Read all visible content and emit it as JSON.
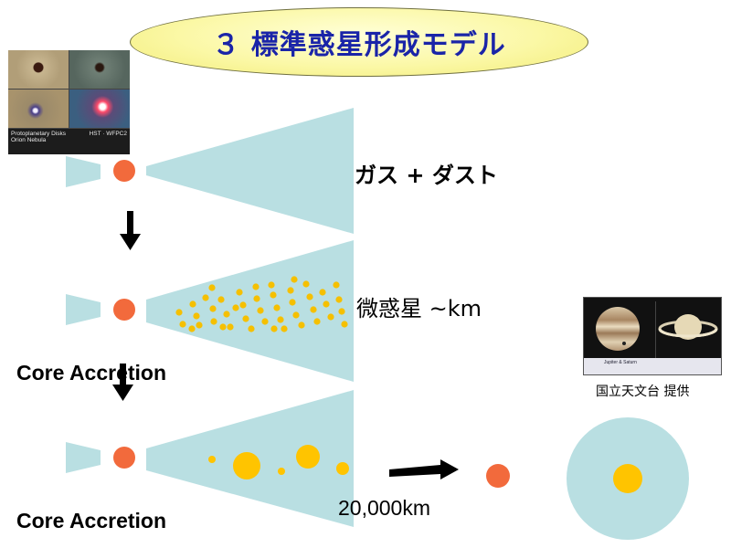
{
  "title": "３  標準惑星形成モデル",
  "labels": {
    "gas_dust": "ガス + ダスト",
    "planetesimal": "微惑星  ~km",
    "core_accretion_1": "Core Accretion",
    "core_accretion_2": "Core Accretion",
    "distance": "20,000km",
    "credit": "国立天文台  提供"
  },
  "hst_photo": {
    "caption_line1": "Protoplanetary Disks",
    "caption_line2": "Orion Nebula",
    "caption_right": "HST · WFPC2"
  },
  "nao_photo": {
    "caption": "Jupiter & Saturn"
  },
  "colors": {
    "disk": "#b9dfe2",
    "star": "#f26a3c",
    "dust": "#ffd21f",
    "planetesimal": "#f5c000",
    "core": "#ffc400",
    "arrow": "#000000",
    "title_text": "#1a24a8",
    "title_fill": "#fbf8a6"
  }
}
